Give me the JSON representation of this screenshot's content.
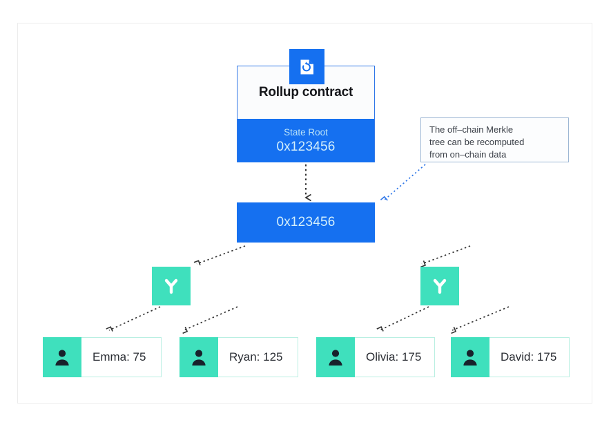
{
  "diagram": {
    "title": "Rollup contract Merkle tree diagram",
    "colors": {
      "blue": "#1570f0",
      "teal": "#3fe0bd",
      "blue_text": "#d2eefb",
      "frame": "#ececec",
      "callout_border": "#9cb6d4",
      "arrow_dark": "#333333",
      "arrow_blue": "#2f77e8"
    }
  },
  "contract": {
    "badge_icon": "document-sync-icon",
    "title": "Rollup contract",
    "state_root_label": "State Root",
    "state_root_value": "0x123456"
  },
  "merkle_root": {
    "label": "0x123456"
  },
  "hash_nodes": [
    {
      "name": "hash-node-left",
      "icon": "merge-branch-icon"
    },
    {
      "name": "hash-node-right",
      "icon": "merge-branch-icon"
    }
  ],
  "leaves": [
    {
      "icon": "user-icon",
      "label": "Emma: 75"
    },
    {
      "icon": "user-icon",
      "label": "Ryan: 125"
    },
    {
      "icon": "user-icon",
      "label": "Olivia: 175"
    },
    {
      "icon": "user-icon",
      "label": "David: 175"
    }
  ],
  "callout": {
    "lines": [
      "The off–chain Merkle",
      "tree can be recomputed",
      "from on–chain data"
    ]
  }
}
